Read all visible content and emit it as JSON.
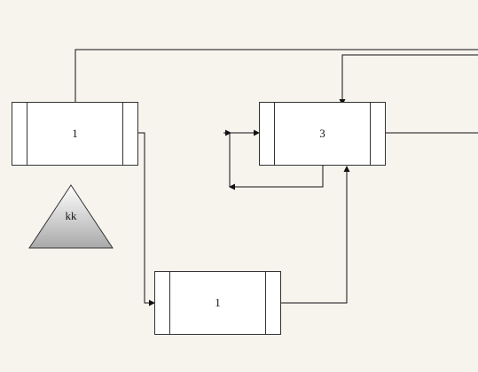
{
  "diagram": {
    "blocks": [
      {
        "id": "block-a",
        "label": "1"
      },
      {
        "id": "block-b",
        "label": "3"
      },
      {
        "id": "block-c",
        "label": "1"
      }
    ],
    "triangle": {
      "label": "kk",
      "fill_top": "#ffffff",
      "fill_bottom": "#a9a9a9"
    },
    "colors": {
      "background": "#f7f4ee",
      "line": "#111111",
      "box": "#ffffff"
    }
  }
}
